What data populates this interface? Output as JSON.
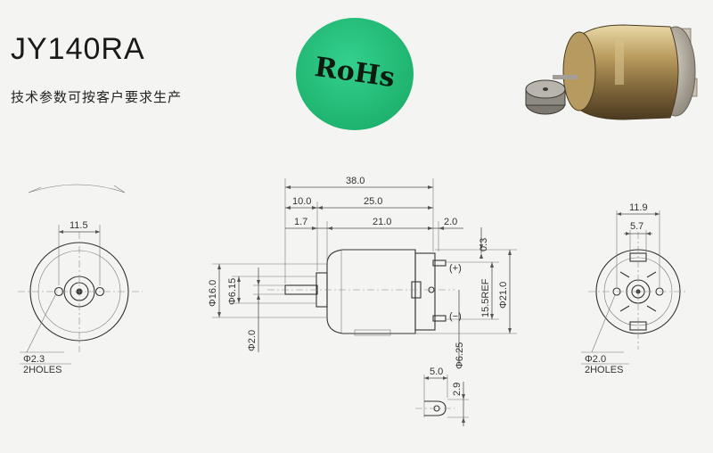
{
  "header": {
    "model": "JY140RA",
    "tagline": "技术参数可按客户要求生产"
  },
  "badge": {
    "label": "RoHs"
  },
  "colors": {
    "badge": "#22b874",
    "line": "#555555",
    "background": "#f4f4f2"
  },
  "front_view": {
    "dims": {
      "width": "11.5",
      "hole": "Φ2.3",
      "holes_note": "2HOLES"
    }
  },
  "side_view": {
    "dims": {
      "overall": "38.0",
      "shaft": "10.0",
      "body": "25.0",
      "boss": "1.7",
      "can": "21.0",
      "cap": "2.0",
      "offset": "0.3",
      "diam_boss": "Φ16.0",
      "diam_bearing": "Φ6.15",
      "diam_shaft": "Φ2.0",
      "diam_body": "Φ21.0",
      "terminal_span": "15.5REF",
      "terminal_offset": "Φ6.25",
      "plus": "(+)",
      "minus": "(−)"
    }
  },
  "rear_view": {
    "dims": {
      "width": "11.9",
      "spacing": "5.7",
      "hole": "Φ2.0",
      "holes_note": "2HOLES"
    }
  },
  "terminal_detail": {
    "dims": {
      "width": "5.0",
      "height": "2.9"
    }
  }
}
